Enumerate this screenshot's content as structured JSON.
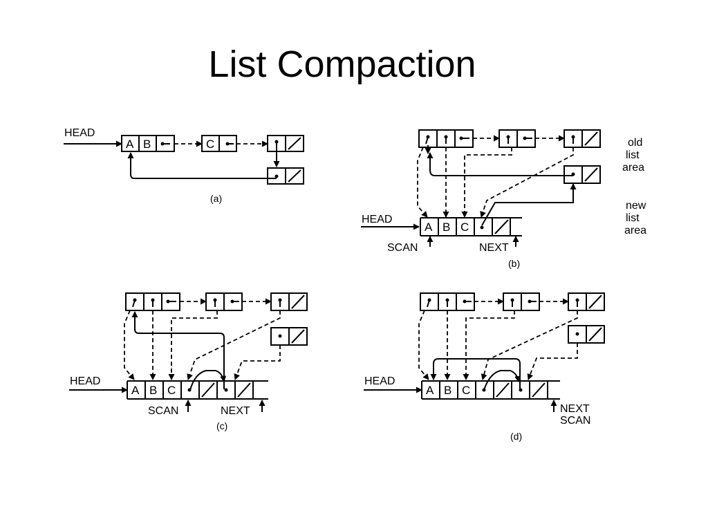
{
  "slide": {
    "title": "List Compaction"
  },
  "labels": {
    "head": "HEAD",
    "scan": "SCAN",
    "next": "NEXT",
    "old_area": [
      "old",
      "list",
      "area"
    ],
    "new_area": [
      "new",
      "list",
      "area"
    ],
    "cell_a": "A",
    "cell_b": "B",
    "cell_c": "C"
  },
  "captions": {
    "a": "(a)",
    "b": "(b)",
    "c": "(c)",
    "d": "(d)"
  }
}
